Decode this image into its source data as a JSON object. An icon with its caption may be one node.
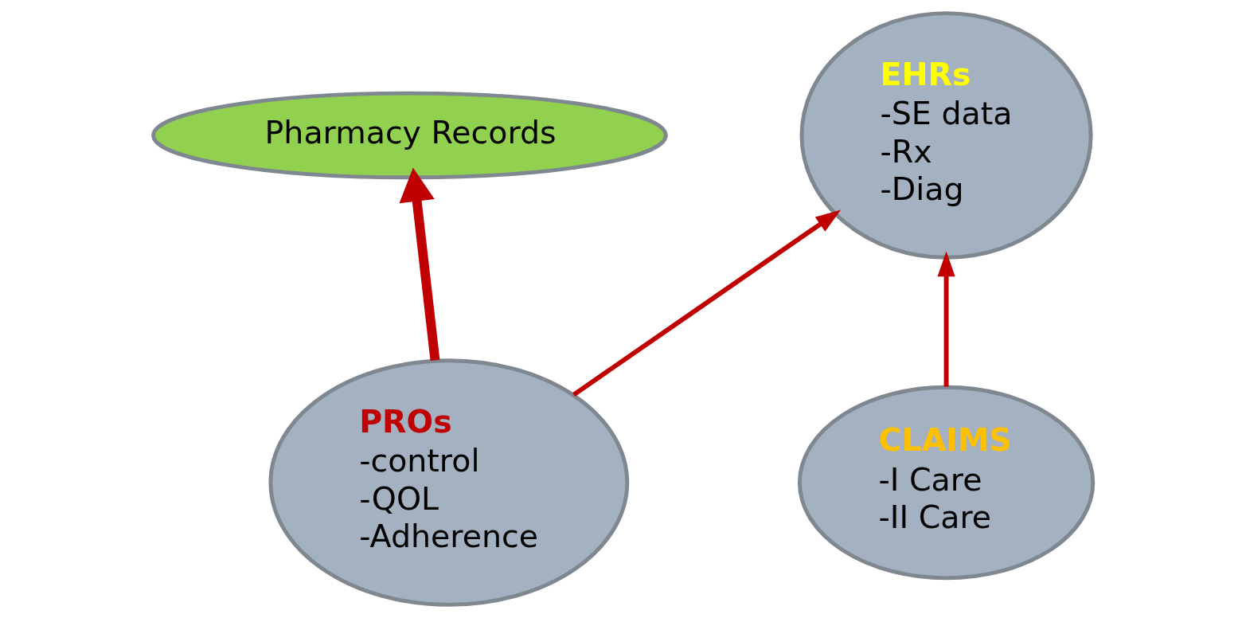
{
  "diagram": {
    "nodes": [
      {
        "text": [
          "Pharmacy Records"
        ]
      },
      {
        "text": [
          "EHRs",
          "-SE data",
          "-Rx",
          "-Diag"
        ]
      },
      {
        "text": [
          "PROs",
          "-control",
          "-QOL",
          "-Adherence"
        ]
      },
      {
        "text": [
          "CLAIMS",
          "-I Care",
          "-II Care"
        ]
      }
    ],
    "edges": [
      {
        "from": 2,
        "to": 0,
        "arrow": "to",
        "style": "thick"
      },
      {
        "from": 2,
        "to": 1,
        "arrow": "to"
      },
      {
        "from": 3,
        "to": 1,
        "arrow": "to"
      }
    ]
  }
}
